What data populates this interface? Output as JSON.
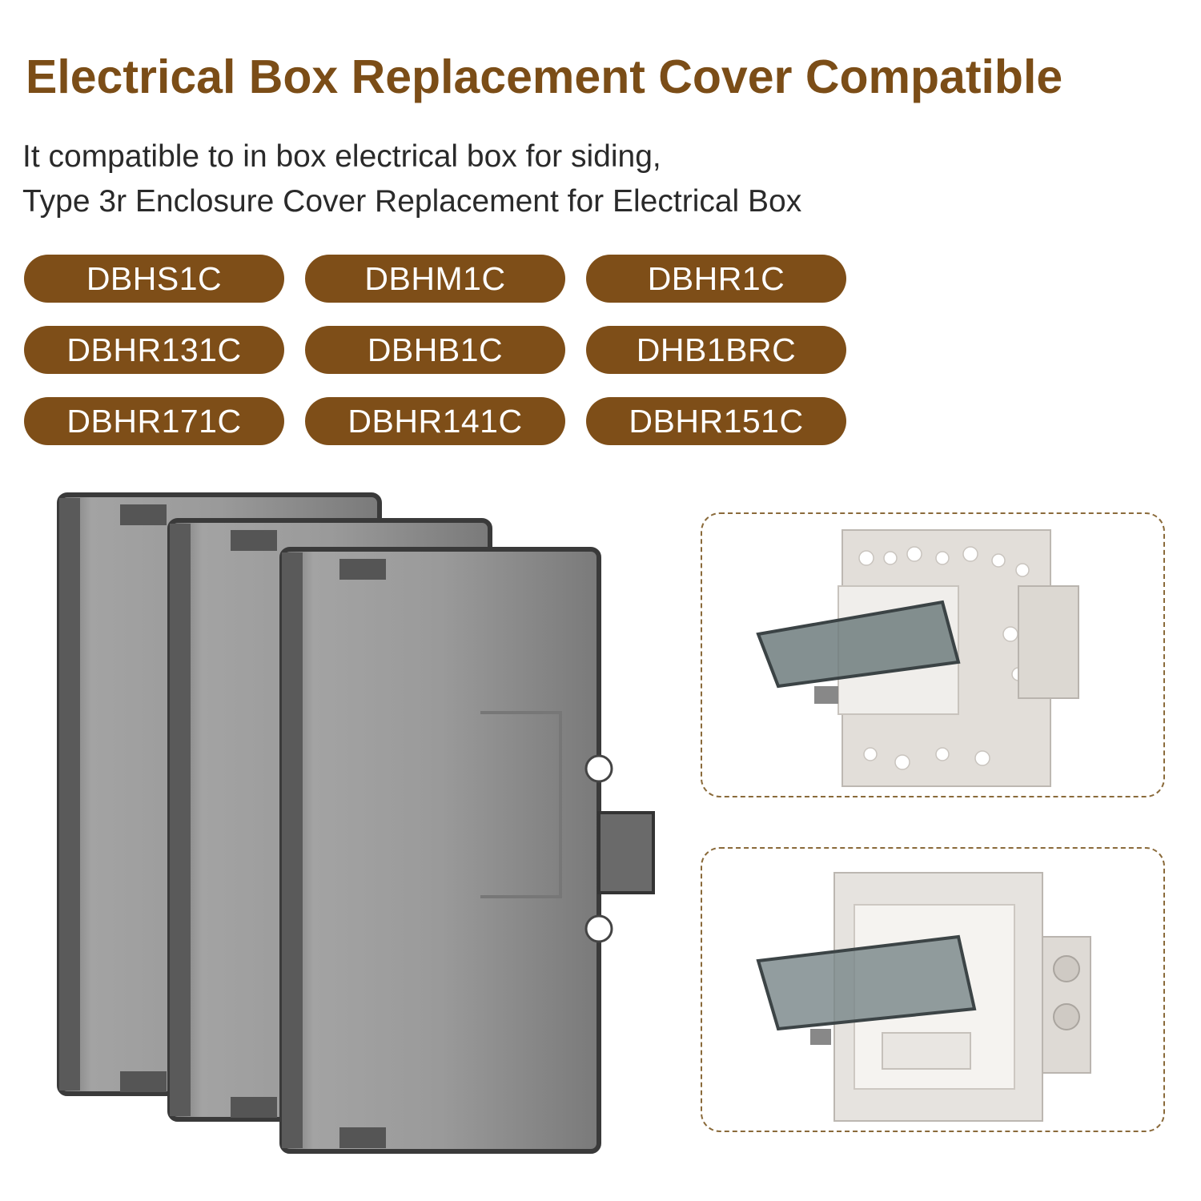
{
  "title": "Electrical Box Replacement Cover Compatible",
  "subtitle": {
    "line1": "It compatible to in box electrical box for siding,",
    "line2": "Type 3r Enclosure Cover Replacement for Electrical Box"
  },
  "models": [
    "DBHS1C",
    "DBHM1C",
    "DBHR1C",
    "DBHR131C",
    "DBHB1C",
    "DHB1BRC",
    "DBHR171C",
    "DBHR141C",
    "DBHR151C"
  ],
  "colors": {
    "brand_brown": "#7e4e18",
    "title_brown": "#7b4d17",
    "panel_border": "#8a6a3a"
  },
  "images": {
    "covers": "three-smoked-clear-cover-panels",
    "installed_top": "cover-on-mounting-bracket-open",
    "installed_bottom": "cover-on-siding-mount-open"
  }
}
